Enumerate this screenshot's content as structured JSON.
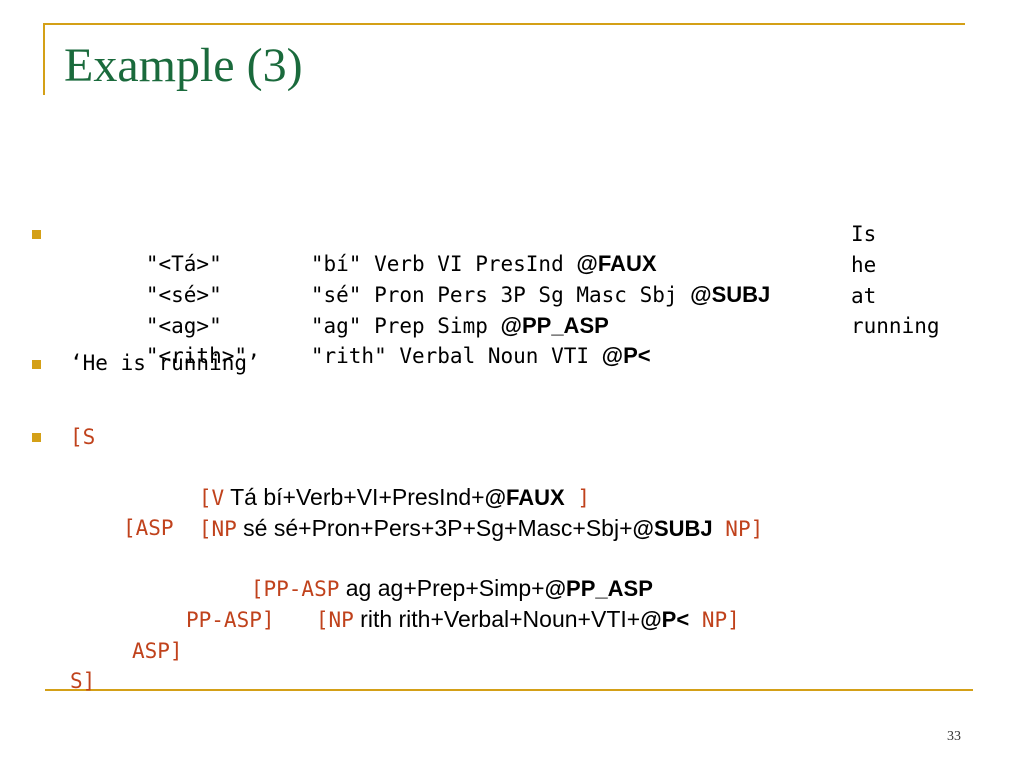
{
  "title": "Example (3)",
  "page_number": "33",
  "analysis_rows": [
    {
      "token": "\"<Tá>\"",
      "analysis": "\"bí\" Verb VI PresInd ",
      "tag": "@FAUX",
      "gloss": "Is"
    },
    {
      "token": "\"<sé>\"",
      "analysis": "\"sé\" Pron Pers 3P Sg Masc Sbj ",
      "tag": "@SUBJ",
      "gloss": "he"
    },
    {
      "token": "\"<ag>\"",
      "analysis": "\"ag\" Prep Simp ",
      "tag": "@PP_ASP",
      "gloss": "at"
    },
    {
      "token": "\"<rith>\"",
      "analysis": "\"rith\" Verbal Noun VTI ",
      "tag": "@P<",
      "gloss": "running"
    }
  ],
  "translation": "‘He is running’",
  "bracket": {
    "l1_open": "[S",
    "l2_open": "[V",
    "l2_text": " Tá bí+Verb+VI+PresInd+",
    "l2_tag": "@FAUX",
    "l2_close": " ]",
    "l3_open": "[NP",
    "l3_text": " sé sé+Pron+Pers+3P+Sg+Masc+Sbj+",
    "l3_tag": "@SUBJ",
    "l3_close": " NP]",
    "l4_open": "[ASP",
    "l5_open": "[PP-ASP",
    "l5_text": " ag ag+Prep+Simp+",
    "l5_tag": "@PP_ASP",
    "l6_open": "[NP",
    "l6_text": " rith rith+Verbal+Noun+VTI+",
    "l6_tag": "@P<",
    "l6_close": " NP]",
    "l7_close": "PP-ASP]",
    "l8_close": "ASP]",
    "l9_close": "S]"
  }
}
